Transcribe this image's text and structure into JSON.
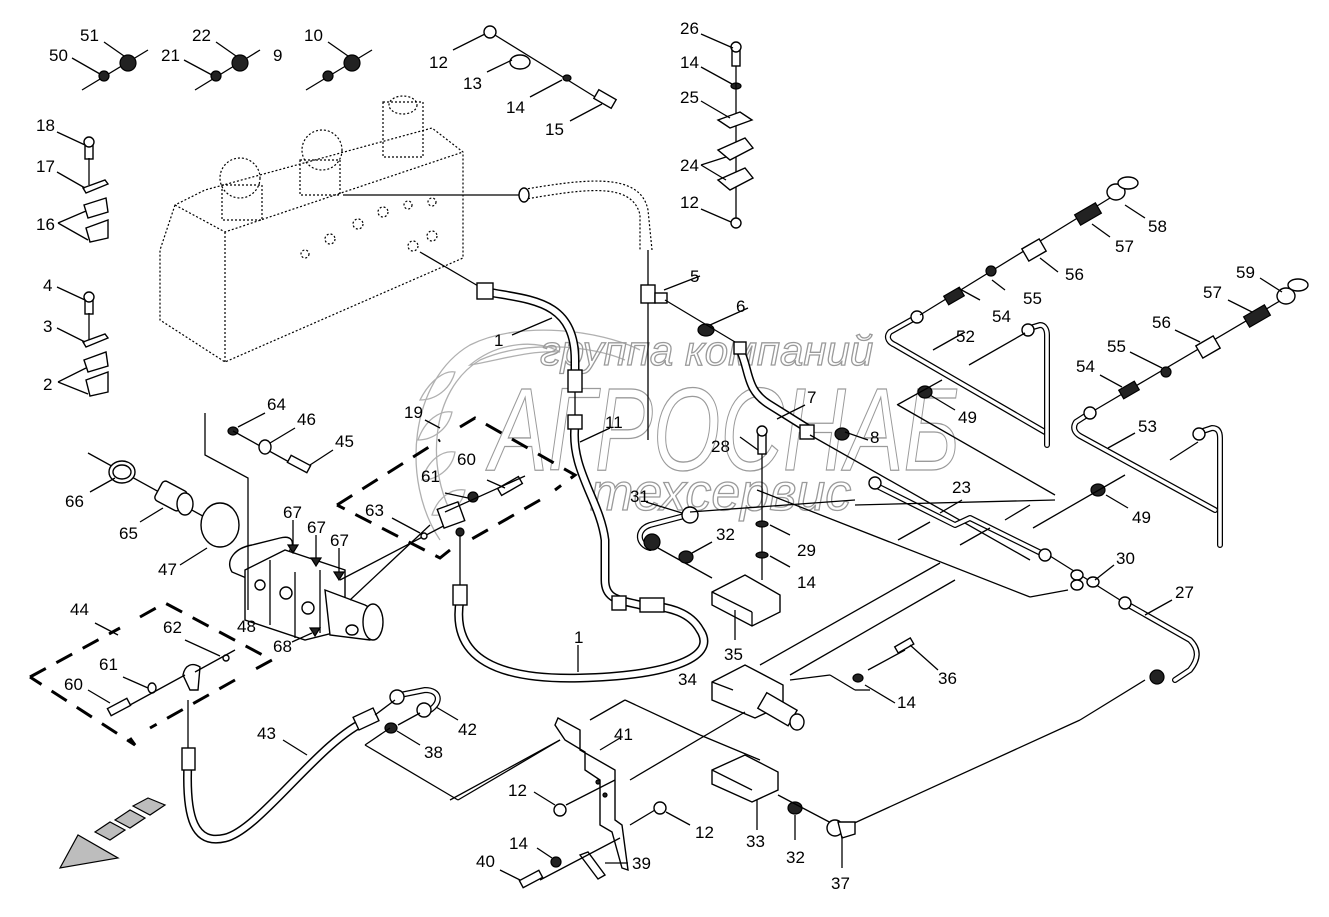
{
  "diagram": {
    "title": "Hydraulic system exploded parts diagram",
    "watermark": {
      "line1": "группа компаний",
      "line2": "АГРОСНАБ",
      "line3": "техсервис"
    },
    "callouts": [
      {
        "id": "c51",
        "label": "51"
      },
      {
        "id": "c50",
        "label": "50"
      },
      {
        "id": "c22",
        "label": "22"
      },
      {
        "id": "c21",
        "label": "21"
      },
      {
        "id": "c9",
        "label": "9"
      },
      {
        "id": "c10",
        "label": "10"
      },
      {
        "id": "c12a",
        "label": "12"
      },
      {
        "id": "c13",
        "label": "13"
      },
      {
        "id": "c14a",
        "label": "14"
      },
      {
        "id": "c15",
        "label": "15"
      },
      {
        "id": "c26",
        "label": "26"
      },
      {
        "id": "c14b",
        "label": "14"
      },
      {
        "id": "c25",
        "label": "25"
      },
      {
        "id": "c24",
        "label": "24"
      },
      {
        "id": "c12b",
        "label": "12"
      },
      {
        "id": "c18",
        "label": "18"
      },
      {
        "id": "c17",
        "label": "17"
      },
      {
        "id": "c16",
        "label": "16"
      },
      {
        "id": "c4",
        "label": "4"
      },
      {
        "id": "c3",
        "label": "3"
      },
      {
        "id": "c2",
        "label": "2"
      },
      {
        "id": "c58",
        "label": "58"
      },
      {
        "id": "c57a",
        "label": "57"
      },
      {
        "id": "c56a",
        "label": "56"
      },
      {
        "id": "c55a",
        "label": "55"
      },
      {
        "id": "c54a",
        "label": "54"
      },
      {
        "id": "c52",
        "label": "52"
      },
      {
        "id": "c59",
        "label": "59"
      },
      {
        "id": "c57b",
        "label": "57"
      },
      {
        "id": "c56b",
        "label": "56"
      },
      {
        "id": "c55b",
        "label": "55"
      },
      {
        "id": "c54b",
        "label": "54"
      },
      {
        "id": "c53",
        "label": "53"
      },
      {
        "id": "c49a",
        "label": "49"
      },
      {
        "id": "c49b",
        "label": "49"
      },
      {
        "id": "c5",
        "label": "5"
      },
      {
        "id": "c6",
        "label": "6"
      },
      {
        "id": "c7",
        "label": "7"
      },
      {
        "id": "c8",
        "label": "8"
      },
      {
        "id": "c1a",
        "label": "1"
      },
      {
        "id": "c11",
        "label": "11"
      },
      {
        "id": "c19",
        "label": "19"
      },
      {
        "id": "c60a",
        "label": "60"
      },
      {
        "id": "c61a",
        "label": "61"
      },
      {
        "id": "c63",
        "label": "63"
      },
      {
        "id": "c28",
        "label": "28"
      },
      {
        "id": "c23",
        "label": "23"
      },
      {
        "id": "c64",
        "label": "64"
      },
      {
        "id": "c46",
        "label": "46"
      },
      {
        "id": "c45",
        "label": "45"
      },
      {
        "id": "c66",
        "label": "66"
      },
      {
        "id": "c65",
        "label": "65"
      },
      {
        "id": "c47",
        "label": "47"
      },
      {
        "id": "c67a",
        "label": "67"
      },
      {
        "id": "c67b",
        "label": "67"
      },
      {
        "id": "c67c",
        "label": "67"
      },
      {
        "id": "c48",
        "label": "48"
      },
      {
        "id": "c68",
        "label": "68"
      },
      {
        "id": "c44",
        "label": "44"
      },
      {
        "id": "c62",
        "label": "62"
      },
      {
        "id": "c61b",
        "label": "61"
      },
      {
        "id": "c60b",
        "label": "60"
      },
      {
        "id": "c31",
        "label": "31"
      },
      {
        "id": "c32a",
        "label": "32"
      },
      {
        "id": "c29",
        "label": "29"
      },
      {
        "id": "c14c",
        "label": "14"
      },
      {
        "id": "c35",
        "label": "35"
      },
      {
        "id": "c30",
        "label": "30"
      },
      {
        "id": "c27",
        "label": "27"
      },
      {
        "id": "c1b",
        "label": "1"
      },
      {
        "id": "c34",
        "label": "34"
      },
      {
        "id": "c36",
        "label": "36"
      },
      {
        "id": "c14d",
        "label": "14"
      },
      {
        "id": "c43",
        "label": "43"
      },
      {
        "id": "c42",
        "label": "42"
      },
      {
        "id": "c38",
        "label": "38"
      },
      {
        "id": "c41",
        "label": "41"
      },
      {
        "id": "c12c",
        "label": "12"
      },
      {
        "id": "c12d",
        "label": "12"
      },
      {
        "id": "c14e",
        "label": "14"
      },
      {
        "id": "c40",
        "label": "40"
      },
      {
        "id": "c39",
        "label": "39"
      },
      {
        "id": "c33",
        "label": "33"
      },
      {
        "id": "c32b",
        "label": "32"
      },
      {
        "id": "c37",
        "label": "37"
      }
    ]
  }
}
